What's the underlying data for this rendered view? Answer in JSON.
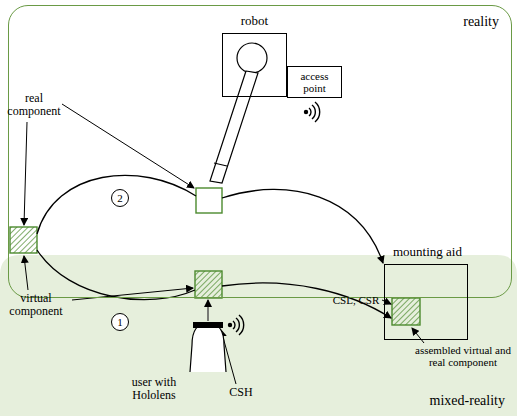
{
  "diagram": {
    "nodes": [
      {
        "text": [
          "reality"
        ]
      },
      {
        "text": [
          "robot"
        ],
        "in": 0
      },
      {
        "text": [
          "access point"
        ],
        "in": 0
      },
      {
        "text": [
          "2"
        ],
        "in": 0
      },
      {
        "text": [
          "mounting aid"
        ]
      },
      {
        "text": [
          "mixed-reality"
        ]
      },
      {
        "text": [
          "1"
        ],
        "in": 5
      }
    ],
    "labels": [
      "real component",
      "virtual component",
      "CSL, CSR",
      "assembled virtual and real component",
      "user with Hololens",
      "CSH"
    ]
  }
}
